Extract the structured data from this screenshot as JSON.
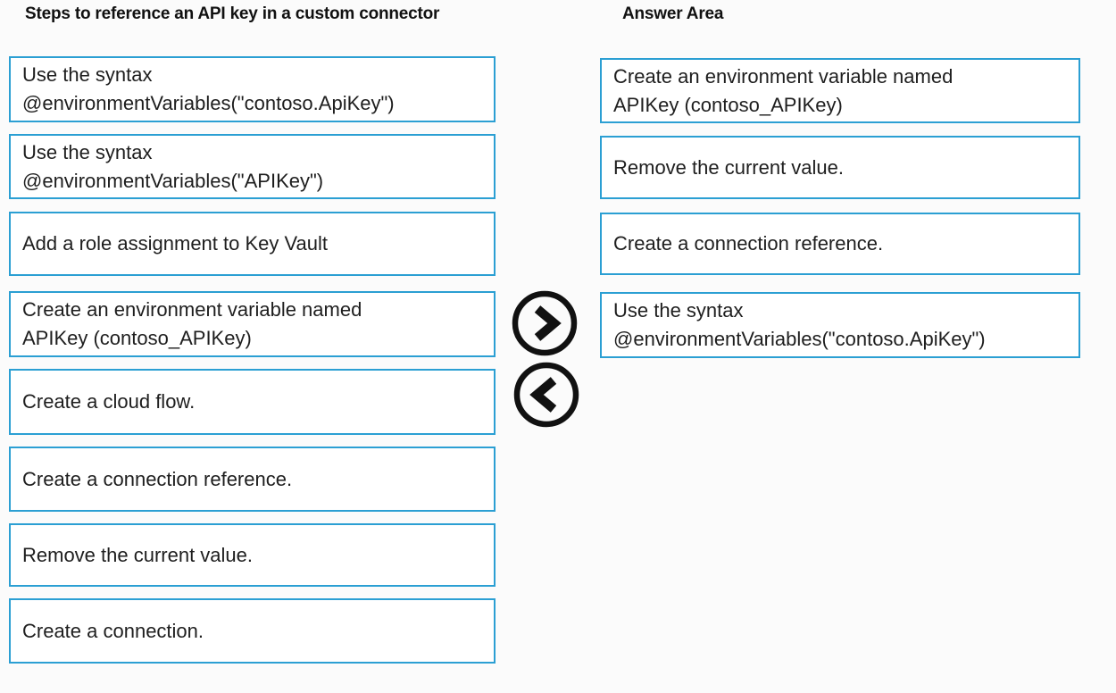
{
  "page": {
    "background_color": "#fbfbfb",
    "card_border_color": "#2b9fd3",
    "card_background_color": "#ffffff",
    "text_color": "#1e1e1e",
    "arrow_color": "#111111"
  },
  "source": {
    "title": "Steps to reference an API key in a custom connector",
    "items": [
      {
        "lines": [
          "Use the syntax",
          "@environmentVariables(\"contoso.ApiKey\")"
        ]
      },
      {
        "lines": [
          "Use the syntax",
          "@environmentVariables(\"APIKey\")"
        ]
      },
      {
        "lines": [
          "Add a role assignment to Key Vault"
        ]
      },
      {
        "lines": [
          "Create an environment variable named",
          "APIKey (contoso_APIKey)"
        ]
      },
      {
        "lines": [
          "Create a cloud flow."
        ]
      },
      {
        "lines": [
          "Create a connection reference."
        ]
      },
      {
        "lines": [
          "Remove the current value."
        ]
      },
      {
        "lines": [
          "Create a connection."
        ]
      }
    ]
  },
  "answer": {
    "title": "Answer Area",
    "items": [
      {
        "lines": [
          "Create an environment variable named",
          "APIKey (contoso_APIKey)"
        ]
      },
      {
        "lines": [
          "Remove the current value."
        ]
      },
      {
        "lines": [
          "Create a connection reference."
        ]
      },
      {
        "lines": [
          "Use the syntax",
          "@environmentVariables(\"contoso.ApiKey\")"
        ]
      }
    ]
  },
  "controls": {
    "move_right": "chevron-right",
    "move_left": "chevron-left"
  }
}
